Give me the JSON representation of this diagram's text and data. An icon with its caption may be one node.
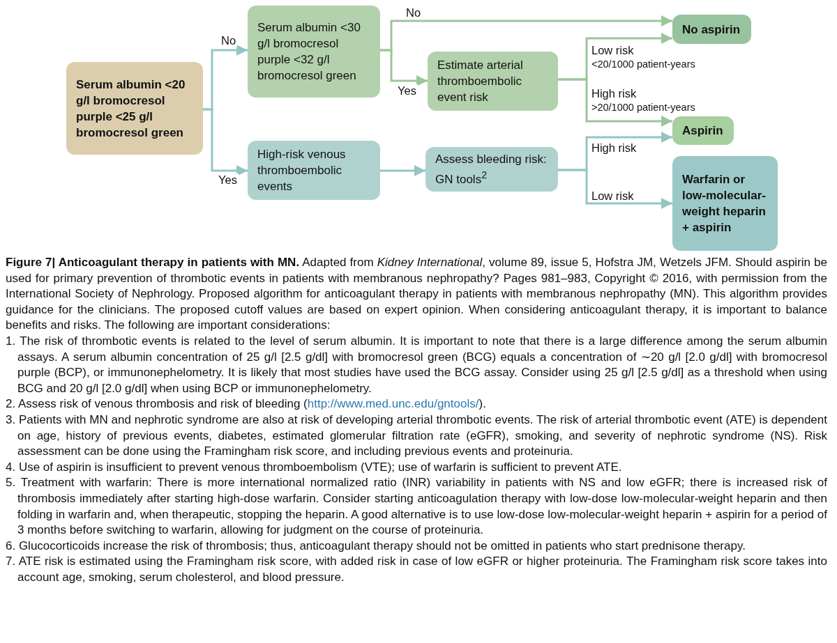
{
  "diagram": {
    "caption": "**Figure 7| Anticoagulant therapy in patients with MN.** Adapted from *Kidney International*, volume 89, issue 5, Hofstra JM, Wetzels JFM. Should aspirin be used for primary prevention of thrombotic events in patients with membranous nephropathy? Pages 981–983, Copyright © 2016, with permission from the International Society of Nephrology. Proposed algorithm for anticoagulant therapy in patients with membranous nephropathy (MN). This algorithm provides guidance for the clinicians. The proposed cutoff values are based on expert opinion. When considering anticoagulant therapy, it is important to balance benefits and risks. The following are important considerations:",
    "nodes": [
      {
        "text": [
          "Serum albumin <20 g/l bromocresol purple <25 g/l bromocresol green"
        ]
      },
      {
        "text": [
          "Serum albumin <30 g/l bromocresol purple <32 g/l bromocresol green"
        ]
      },
      {
        "text": [
          "High-risk venous thromboembolic events"
        ]
      },
      {
        "text": [
          "Estimate arterial thromboembolic event risk"
        ]
      },
      {
        "text": [
          "Assess bleeding risk: GN tools$^{2}$"
        ]
      },
      {
        "text": [
          "No aspirin"
        ]
      },
      {
        "text": [
          "Aspirin"
        ]
      },
      {
        "text": [
          "Warfarin or low-molecular-weight heparin + aspirin"
        ]
      }
    ],
    "edges": [
      {
        "from": 0,
        "to": 1,
        "arrow": "to",
        "label": "No"
      },
      {
        "from": 0,
        "to": 2,
        "arrow": "to",
        "label": "Yes"
      },
      {
        "from": 1,
        "to": 5,
        "arrow": "to",
        "label": "No",
        "color": "#9cc59a"
      },
      {
        "from": 1,
        "to": 3,
        "arrow": "to",
        "label": "Yes",
        "color": "#9cc59a"
      },
      {
        "from": 2,
        "to": 4,
        "arrow": "to"
      },
      {
        "from": 3,
        "to": 5,
        "arrow": "to",
        "label": "Low risk",
        "color": "#9cc59a"
      },
      {
        "from": 3,
        "to": 6,
        "arrow": "to",
        "label": "High risk",
        "color": "#9cc59a"
      },
      {
        "from": 4,
        "to": 6,
        "arrow": "to",
        "label": "High risk"
      },
      {
        "from": 4,
        "to": 7,
        "arrow": "to",
        "label": "Low risk"
      }
    ],
    "labels": [
      "<20/1000 patient-years",
      ">20/1000 patient-years",
      "1. The risk of thrombotic events is related to the level of serum albumin. It is important to note that there is a large difference among the serum albumin assays. A serum albumin concentration of 25 g/l [2.5 g/dl] with bromocresol green (BCG) equals a concentration of ∼20 g/l [2.0 g/dl] with bromocresol purple (BCP), or immunonephelometry. It is likely that most studies have used the BCG assay. Consider using 25 g/l [2.5 g/dl] as a threshold when using BCG and 20 g/l [2.0 g/dl] when using BCP or immunonephelometry.",
      "2. Assess risk of venous thrombosis and risk of bleeding (",
      "http://www.med.unc.edu/gntools/",
      ").",
      "3. Patients with MN and nephrotic syndrome are also at risk of developing arterial thrombotic events. The risk of arterial thrombotic event (ATE) is dependent on age, history of previous events, diabetes, estimated glomerular filtration rate (eGFR), smoking, and severity of nephrotic syndrome (NS). Risk assessment can be done using the Framingham risk score, and including previous events and proteinuria.",
      "4. Use of aspirin is insufficient to prevent venous thromboembolism (VTE); use of warfarin is sufficient to prevent ATE.",
      "5. Treatment with warfarin: There is more international normalized ratio (INR) variability in patients with NS and low eGFR; there is increased risk of thrombosis immediately after starting high-dose warfarin. Consider starting anticoagulation therapy with low-dose low-molecular-weight heparin and then folding in warfarin and, when therapeutic, stopping the heparin. A good alternative is to use low-dose low-molecular-weight heparin + aspirin for a period of 3 months before switching to warfarin, allowing for judgment on the course of proteinuria.",
      "6. Glucocorticoids increase the risk of thrombosis; thus, anticoagulant therapy should not be omitted in patients who start prednisone therapy.",
      "7. ATE risk is estimated using the Framingham risk score, with added risk in case of low eGFR or higher proteinuria. The Framingham risk score takes into account age, smoking, serum cholesterol, and blood pressure."
    ]
  }
}
